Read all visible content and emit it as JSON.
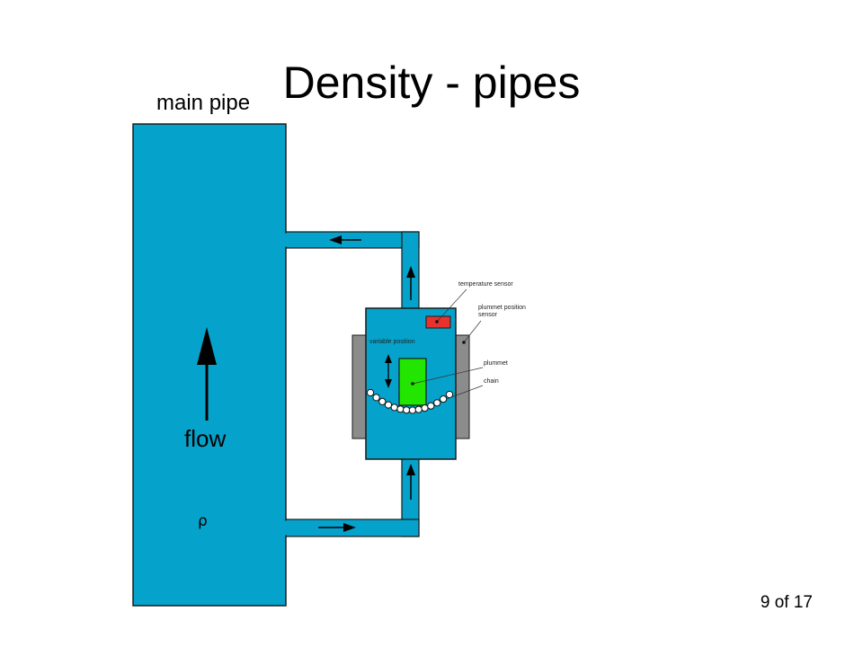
{
  "slide": {
    "title": "Density - pipes",
    "page_number": "9 of 17"
  },
  "diagram": {
    "labels": {
      "main_pipe": "main pipe",
      "flow": "flow",
      "density_symbol": "ρ",
      "temperature_sensor": "temperature sensor",
      "plummet_position_sensor_line1": "plummet position",
      "plummet_position_sensor_line2": "sensor",
      "variable_position": "variable position",
      "plummet": "plummet",
      "chain": "chain"
    },
    "colors": {
      "pipe": "#05A3CB",
      "outline": "#1a1a1a",
      "temperature_sensor": "#E8322D",
      "plummet": "#22E600",
      "position_sensor": "#8C8C8C",
      "chain_bead": "#ffffff",
      "background": "#ffffff"
    },
    "icons": {
      "flow_arrow": "arrow-up-icon",
      "return_arrow": "arrow-left-icon",
      "supply_arrow": "arrow-right-icon",
      "riser_arrow": "arrow-up-icon",
      "variable_position_arrow": "double-arrow-vertical-icon"
    }
  }
}
